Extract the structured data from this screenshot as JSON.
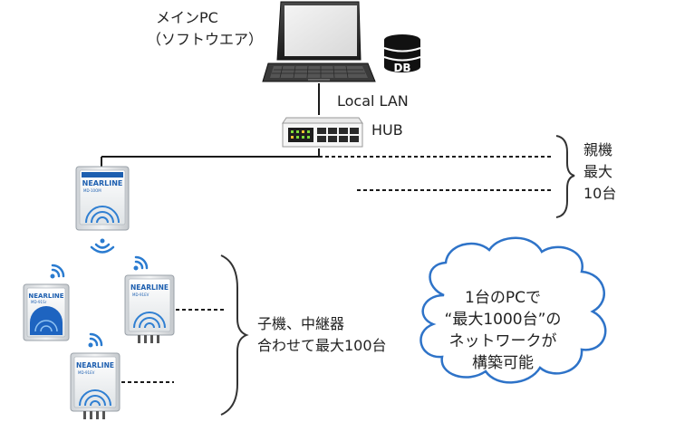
{
  "labels": {
    "main_pc": "メインPC",
    "main_pc_sub": "（ソフトウエア）",
    "db": "DB",
    "local_lan": "Local LAN",
    "hub": "HUB",
    "parent_line1": "親機",
    "parent_line2": "最大",
    "parent_line3": "10台",
    "child_line1": "子機、中継器",
    "child_line2": "合わせて最大100台"
  },
  "cloud": {
    "lines": [
      "1台のPCで",
      "“最大1000台”の",
      "ネットワークが",
      "構築可能"
    ]
  },
  "devices": {
    "brand": "NEARLINE",
    "parent_model": "MD-10OM",
    "repeater_model": "MD-91Sr",
    "child_model_a": "MD-91EV",
    "child_model_b": "MD-91EV"
  },
  "colors": {
    "device_blue": "#1d5fb0",
    "wave_blue": "#2f7fd2",
    "line": "#1a1a1a",
    "cloud_stroke": "#2e73c8"
  }
}
